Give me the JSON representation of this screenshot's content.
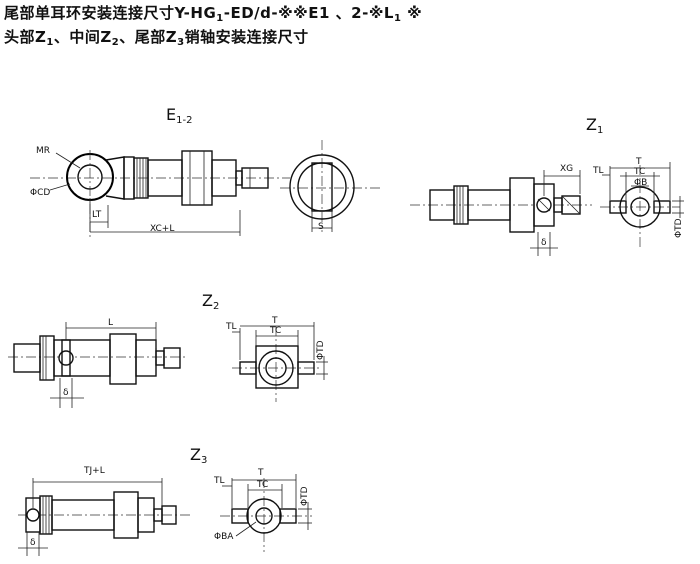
{
  "title": {
    "line1": {
      "text": "尾部单耳环安装连接尺寸Y-HG",
      "sub1": "1",
      "text2": "-ED/d-※※E1 、2-※L",
      "sub2": "1",
      "text3": " ※"
    },
    "line2": {
      "part1": "头部Z",
      "sub1": "1",
      "part2": "、中间Z",
      "sub2": "2",
      "part3": "、尾部Z",
      "sub3": "3",
      "part4": "销轴安装连接尺寸"
    }
  },
  "sections": {
    "e12": {
      "main": "E",
      "sub": "1-2"
    },
    "z1": {
      "main": "Z",
      "sub": "1"
    },
    "z2": {
      "main": "Z",
      "sub": "2"
    },
    "z3": {
      "main": "Z",
      "sub": "3"
    }
  },
  "labels": {
    "mr": "MR",
    "cd": "ΦCD",
    "lt": "LT",
    "xc_l": "XC+L",
    "s": "S",
    "xg": "XG",
    "z1_tl": "TL",
    "z1_t": "T",
    "z1_tc": "TC",
    "z1_b": "ΦB",
    "z1_td": "ΦTD",
    "z1_delta": "δ",
    "z2_l": "L",
    "z2_tl": "TL",
    "z2_t": "T",
    "z2_tc": "TC",
    "z2_td": "ΦTD",
    "z2_delta": "δ",
    "z3_tjl": "TJ+L",
    "z3_tl": "TL",
    "z3_t": "T",
    "z3_tc": "TC",
    "z3_td": "ΦTD",
    "z3_ba": "ΦBA",
    "z3_delta": "δ"
  }
}
